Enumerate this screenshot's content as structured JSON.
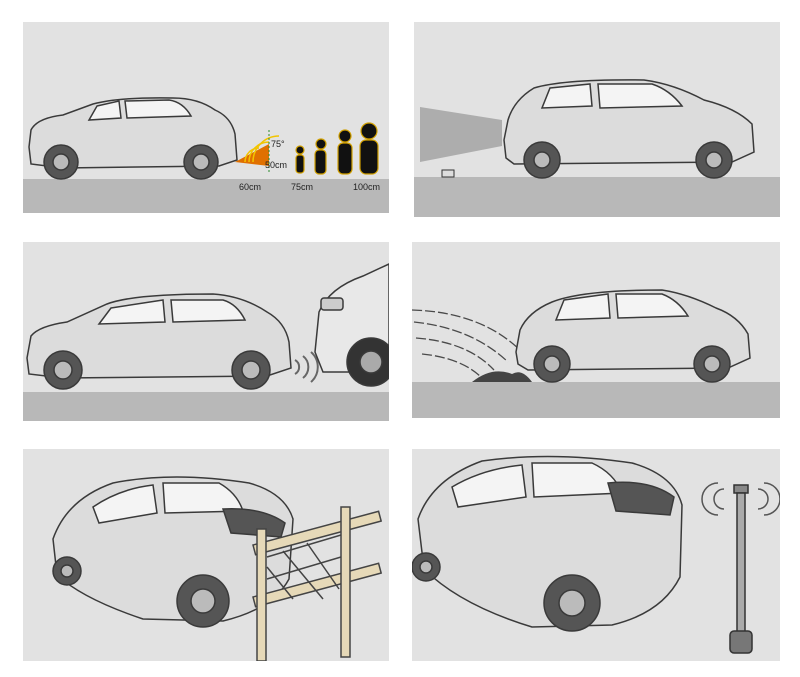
{
  "panels": [
    {
      "labels": {
        "angle": "75°",
        "height": "50cm",
        "d60": "60cm",
        "d75": "75cm",
        "d100": "100cm"
      }
    },
    {},
    {},
    {},
    {},
    {}
  ],
  "colors": {
    "panel_bg": "#e2e2e2",
    "ground": "#b8b8b8",
    "car_body": "#dcdcdc",
    "outline": "#3a3a3a",
    "cone": "#e07000",
    "wave": "#f2c400"
  }
}
